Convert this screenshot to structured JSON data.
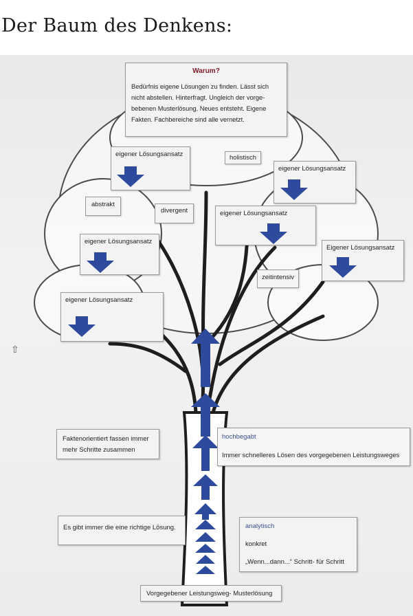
{
  "page": {
    "heading": "Der Baum des Denkens:"
  },
  "warum": {
    "title": "Warum?",
    "lines": [
      "Bedürfnis eigene Lösungen zu finden. Lässt sich",
      "nicht abstellen. Hinterfragt. Ungleich der vorge-",
      "bebenen Musterlösung. Neues entsteht. Eigene",
      "Fakten. Fachbereiche sind alle vernetzt."
    ]
  },
  "approach_boxes": [
    {
      "label": "eigener Lösungsansatz"
    },
    {
      "label": "eigener Lösungsansatz"
    },
    {
      "label": "eigener Lösungsansatz"
    },
    {
      "label": "eigener Lösungsansatz"
    },
    {
      "label": "Eigener Lösungsansatz"
    },
    {
      "label": "eigener Lösungsansatz"
    }
  ],
  "tags": {
    "holistisch": "holistisch",
    "abstrakt": "abstrakt",
    "divergent": "divergent",
    "zeitintensiv": "zeitintensiv"
  },
  "notes": {
    "faktenorientiert": [
      "Faktenorientiert fassen immer",
      "mehr Schritte zusammen"
    ],
    "hochbegabt_title": "hochbegabt",
    "hochbegabt_text": "Immer schnelleres Lösen des vorgegebenen Leistungsweges",
    "richtige": "Es gibt immer die eine richtige Lösung.",
    "analytisch_title": "analytisch",
    "analytisch_konkret": "konkret",
    "analytisch_wenn": "„Wenn...dann...“ Schritt- für Schritt",
    "vorgegeben": "Vorgegebener Leistungsweg- Musterlösung"
  },
  "colors": {
    "arrow_blue": "#2d4a9c",
    "warum_title": "#7a1b2b",
    "label_blue": "#3b4f8c"
  }
}
